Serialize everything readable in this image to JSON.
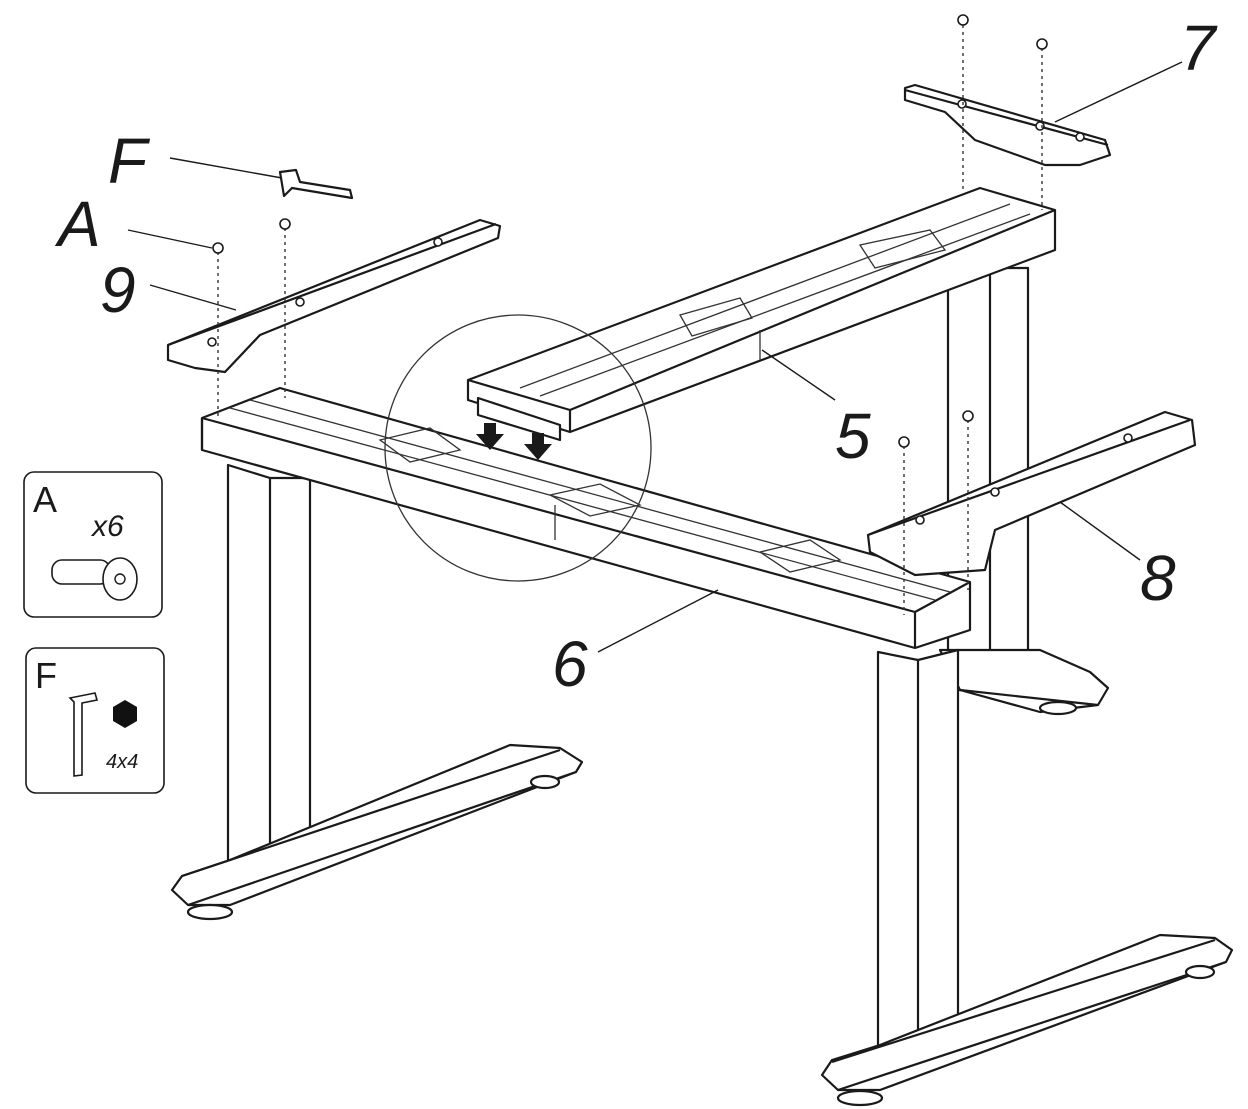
{
  "labels": {
    "part_F": "F",
    "part_A": "A",
    "part_9": "9",
    "part_7": "7",
    "part_5": "5",
    "part_8": "8",
    "part_6": "6"
  },
  "hardware": {
    "screw": {
      "letter": "A",
      "quantity": "x6"
    },
    "key": {
      "letter": "F",
      "size": "4x4"
    }
  },
  "icons": {
    "screw": "countersunk-screw-icon",
    "hex_key": "allen-key-icon",
    "hex": "hexagon-icon",
    "arrow": "down-arrow-icon"
  }
}
